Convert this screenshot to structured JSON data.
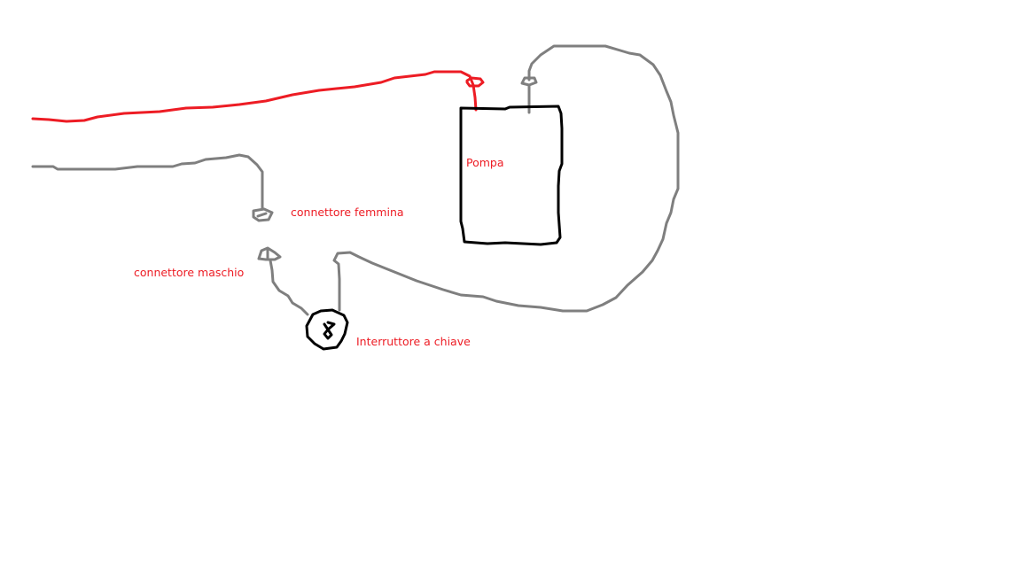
{
  "labels": {
    "pump": "Pompa",
    "female_connector": "connettore femmina",
    "male_connector": "connettore maschio",
    "key_switch": "Interruttore a chiave"
  },
  "colors": {
    "positive_wire": "#ed1c24",
    "ground_wire": "#7f7f7f",
    "component_outline": "#000000",
    "label_text": "#ed1c24"
  }
}
